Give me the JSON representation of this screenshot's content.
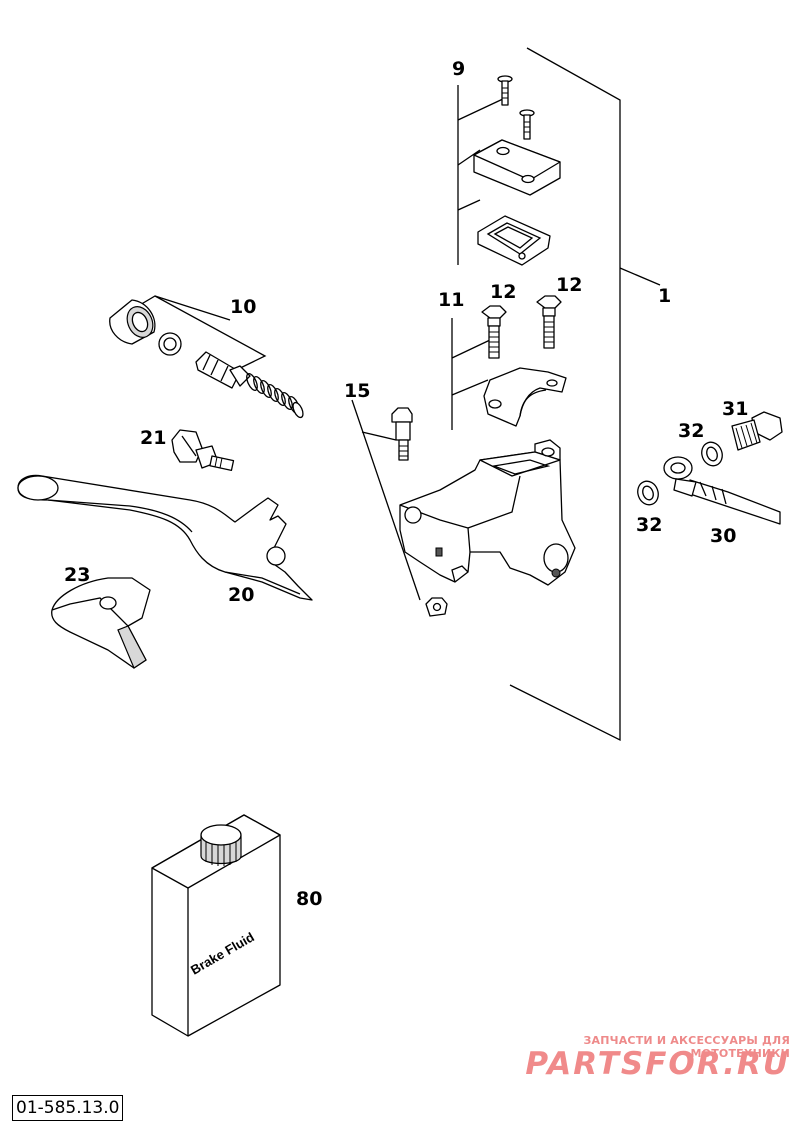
{
  "diagram": {
    "part_labels": {
      "p1": "1",
      "p9": "9",
      "p10": "10",
      "p11": "11",
      "p12a": "12",
      "p12b": "12",
      "p15": "15",
      "p20": "20",
      "p21": "21",
      "p23": "23",
      "p30": "30",
      "p31": "31",
      "p32a": "32",
      "p32b": "32",
      "p80": "80"
    },
    "bottle_label": "Brake Fluid",
    "reference_number": "01-585.13.0"
  },
  "watermark": {
    "tagline": "ЗАПЧАСТИ И АКСЕССУАРЫ ДЛЯ МОТОТЕХНИКИ",
    "logo": "PARTSFOR.RU",
    "color": "#f08a8a"
  }
}
